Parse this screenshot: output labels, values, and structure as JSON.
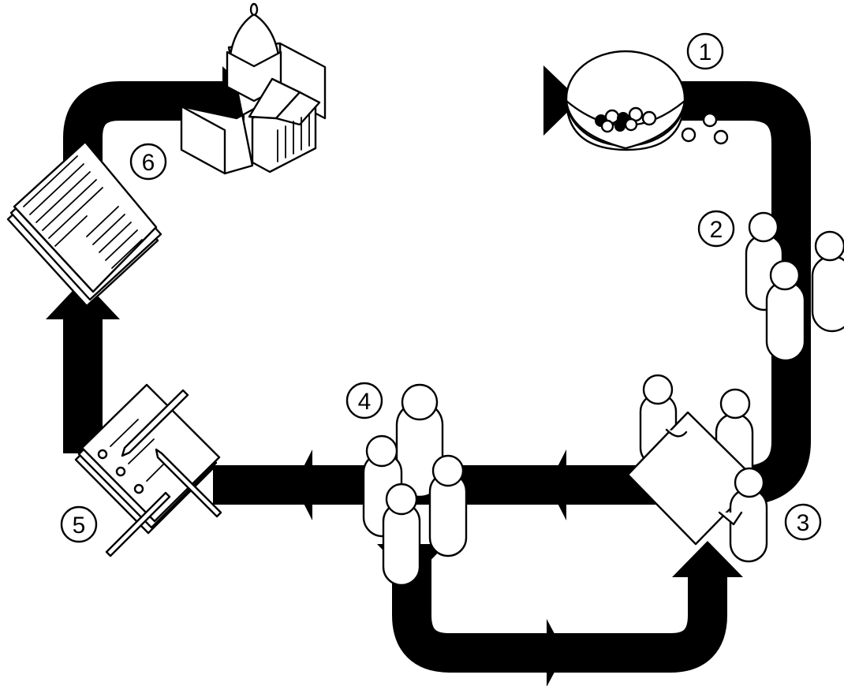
{
  "steps": [
    {
      "number": "1",
      "icon": "bowl-icon"
    },
    {
      "number": "2",
      "icon": "people-group-icon"
    },
    {
      "number": "3",
      "icon": "clipboard-group-icon"
    },
    {
      "number": "4",
      "icon": "people-crowd-icon"
    },
    {
      "number": "5",
      "icon": "ballot-form-icon"
    },
    {
      "number": "6",
      "icon": "documents-icon"
    }
  ],
  "destination_icon": "parliament-building-icon",
  "colors": {
    "track": "#000000",
    "outline": "#000000",
    "background": "#ffffff"
  }
}
